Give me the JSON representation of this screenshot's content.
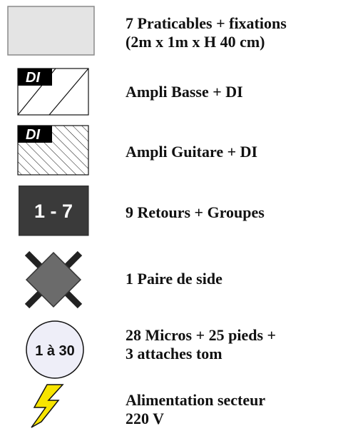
{
  "legend": {
    "items": [
      {
        "icon": "gray-rectangle-icon",
        "lines": [
          "7 Praticables + fixations",
          "(2m x 1m x H 40 cm)"
        ]
      },
      {
        "icon": "di-box-single-diagonal-icon",
        "badge": "DI",
        "lines": [
          "Ampli Basse + DI"
        ]
      },
      {
        "icon": "di-box-hatched-icon",
        "badge": "DI",
        "lines": [
          "Ampli Guitare + DI"
        ]
      },
      {
        "icon": "dark-square-icon",
        "badge": "1 - 7",
        "lines": [
          "9 Retours + Groupes"
        ]
      },
      {
        "icon": "gray-diamond-icon",
        "lines": [
          "1 Paire de side"
        ]
      },
      {
        "icon": "circle-icon",
        "badge": "1 à 30",
        "lines": [
          "28 Micros + 25 pieds +",
          "3 attaches tom"
        ]
      },
      {
        "icon": "lightning-icon",
        "lines": [
          "Alimentation secteur",
          "220 V"
        ]
      }
    ]
  },
  "colors": {
    "platform_fill": "#e4e4e4",
    "monitor_fill": "#3a3a3a",
    "side_fill": "#6b6b6b",
    "mic_fill": "#eeeef8",
    "lightning": "#f7e400"
  }
}
